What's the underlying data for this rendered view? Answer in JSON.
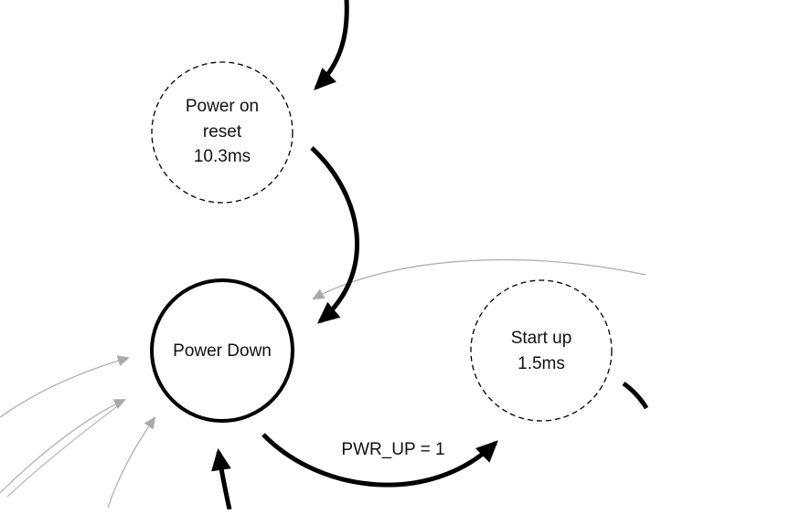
{
  "nodes": {
    "power_on_reset": {
      "lines": [
        "Power on",
        "reset",
        "10.3ms"
      ],
      "style": "dashed"
    },
    "power_down": {
      "lines": [
        "Power Down"
      ],
      "style": "solid"
    },
    "start_up": {
      "lines": [
        "Start up",
        "1.5ms"
      ],
      "style": "dashed"
    }
  },
  "edges": {
    "pwr_up_label": "PWR_UP = 1"
  },
  "colors": {
    "stroke": "#000000",
    "faded": "#aaaaaa",
    "text": "#111111"
  }
}
